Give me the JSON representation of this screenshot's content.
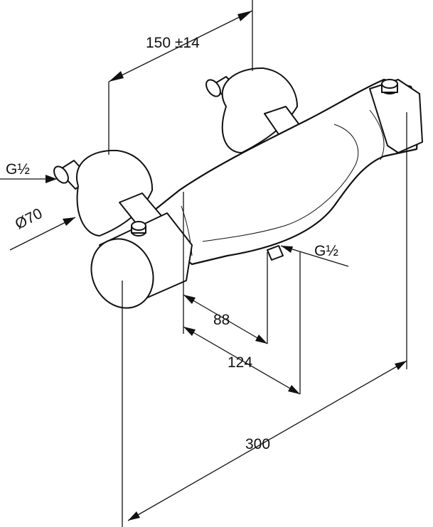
{
  "dimensions": {
    "spacing": "150 ±14",
    "inlet_left": "G½",
    "outlet": "G½",
    "rosette_diameter": "Ø70",
    "outlet_offset_1": "88",
    "outlet_offset_2": "124",
    "overall_length": "300"
  },
  "colors": {
    "line": "#111111",
    "background": "#ffffff"
  }
}
